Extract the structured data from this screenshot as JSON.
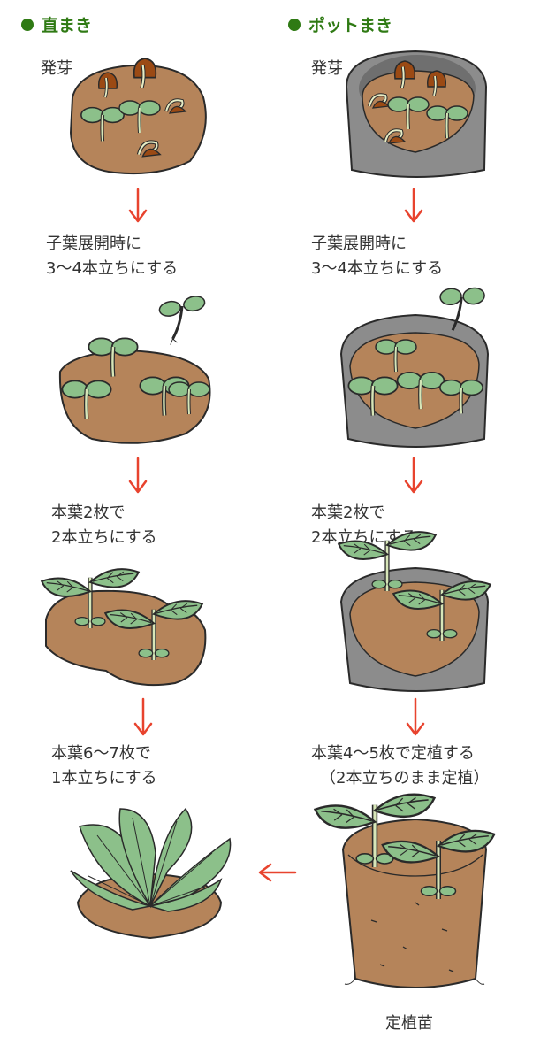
{
  "headers": {
    "direct": "直まき",
    "pot": "ポットまき"
  },
  "direct_steps": [
    {
      "line1": "発芽",
      "line2": ""
    },
    {
      "line1": "子葉展開時に",
      "line2": "3〜4本立ちにする"
    },
    {
      "line1": "本葉2枚で",
      "line2": "2本立ちにする"
    },
    {
      "line1": "本葉6〜7枚で",
      "line2": "1本立ちにする"
    }
  ],
  "pot_steps": [
    {
      "line1": "発芽",
      "line2": ""
    },
    {
      "line1": "子葉展開時に",
      "line2": "3〜4本立ちにする"
    },
    {
      "line1": "本葉2枚で",
      "line2": "2本立ちにする"
    },
    {
      "line1": "本葉4〜5枚で定植する",
      "line2": "（2本立ちのまま定植）"
    }
  ],
  "seedling_caption": "定植苗",
  "colors": {
    "header_green": "#2f7a14",
    "soil": "#b5845a",
    "pot_gray": "#8c8c8c",
    "leaf": "#8cc08a",
    "arrow_red": "#e8432e",
    "outline": "#2a2a2a"
  }
}
